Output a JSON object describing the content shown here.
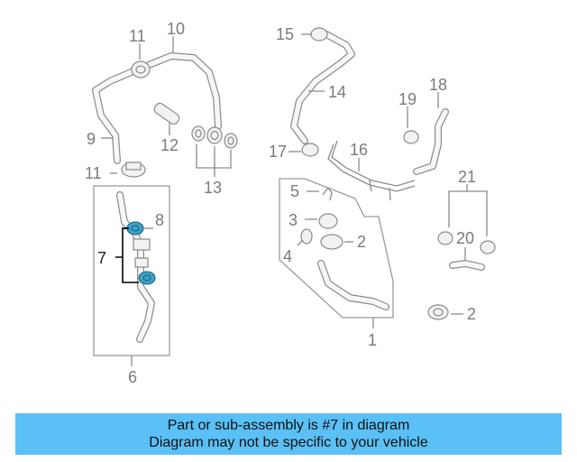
{
  "callouts": {
    "c1": "1",
    "c2a": "2",
    "c2b": "2",
    "c3": "3",
    "c4": "4",
    "c5": "5",
    "c6": "6",
    "c7": "7",
    "c8": "8",
    "c9": "9",
    "c10": "10",
    "c11a": "11",
    "c11b": "11",
    "c12": "12",
    "c13": "13",
    "c14": "14",
    "c15": "15",
    "c16": "16",
    "c17": "17",
    "c18": "18",
    "c19": "19",
    "c20": "20",
    "c21": "21"
  },
  "highlighted_part": "7",
  "highlight_color": "#3aa3c9",
  "banner": {
    "line1": "Part or sub-assembly is #7 in diagram",
    "line2": "Diagram may not be specific to your vehicle",
    "background": "#5bc0f5"
  }
}
